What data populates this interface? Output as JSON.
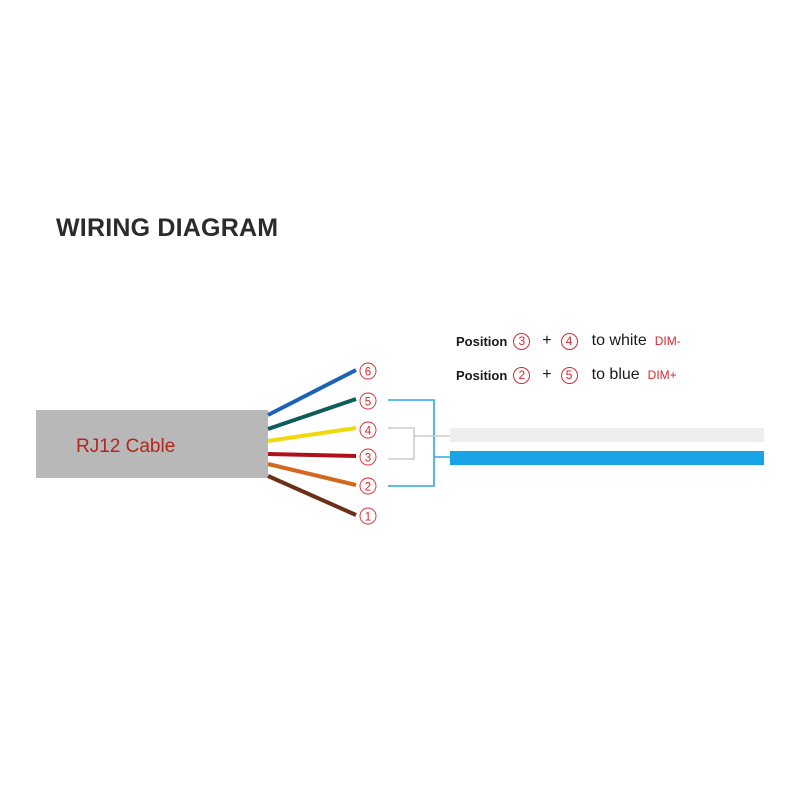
{
  "title": "WIRING DIAGRAM",
  "cable": {
    "label": "RJ12 Cable",
    "label_color": "#b3261e",
    "jacket_color": "#b8b8b8"
  },
  "wires": [
    {
      "position": "6",
      "color": "#1b63b5"
    },
    {
      "position": "5",
      "color": "#0b5e5a"
    },
    {
      "position": "4",
      "color": "#f0d80a"
    },
    {
      "position": "3",
      "color": "#b0101a"
    },
    {
      "position": "2",
      "color": "#d2691e"
    },
    {
      "position": "1",
      "color": "#6b2e16"
    }
  ],
  "connections": [
    {
      "label": "Position",
      "first": "3",
      "plus": "+",
      "second": "4",
      "target": "to white",
      "signal": "DIM-",
      "output_color": "#eeeeee"
    },
    {
      "label": "Position",
      "first": "2",
      "plus": "+",
      "second": "5",
      "target": "to blue",
      "signal": "DIM+",
      "output_color": "#18a3e6"
    }
  ],
  "colors": {
    "bracket": "#2aa7e6",
    "number_ring": "#d9262c",
    "title": "#2b2b2b"
  }
}
